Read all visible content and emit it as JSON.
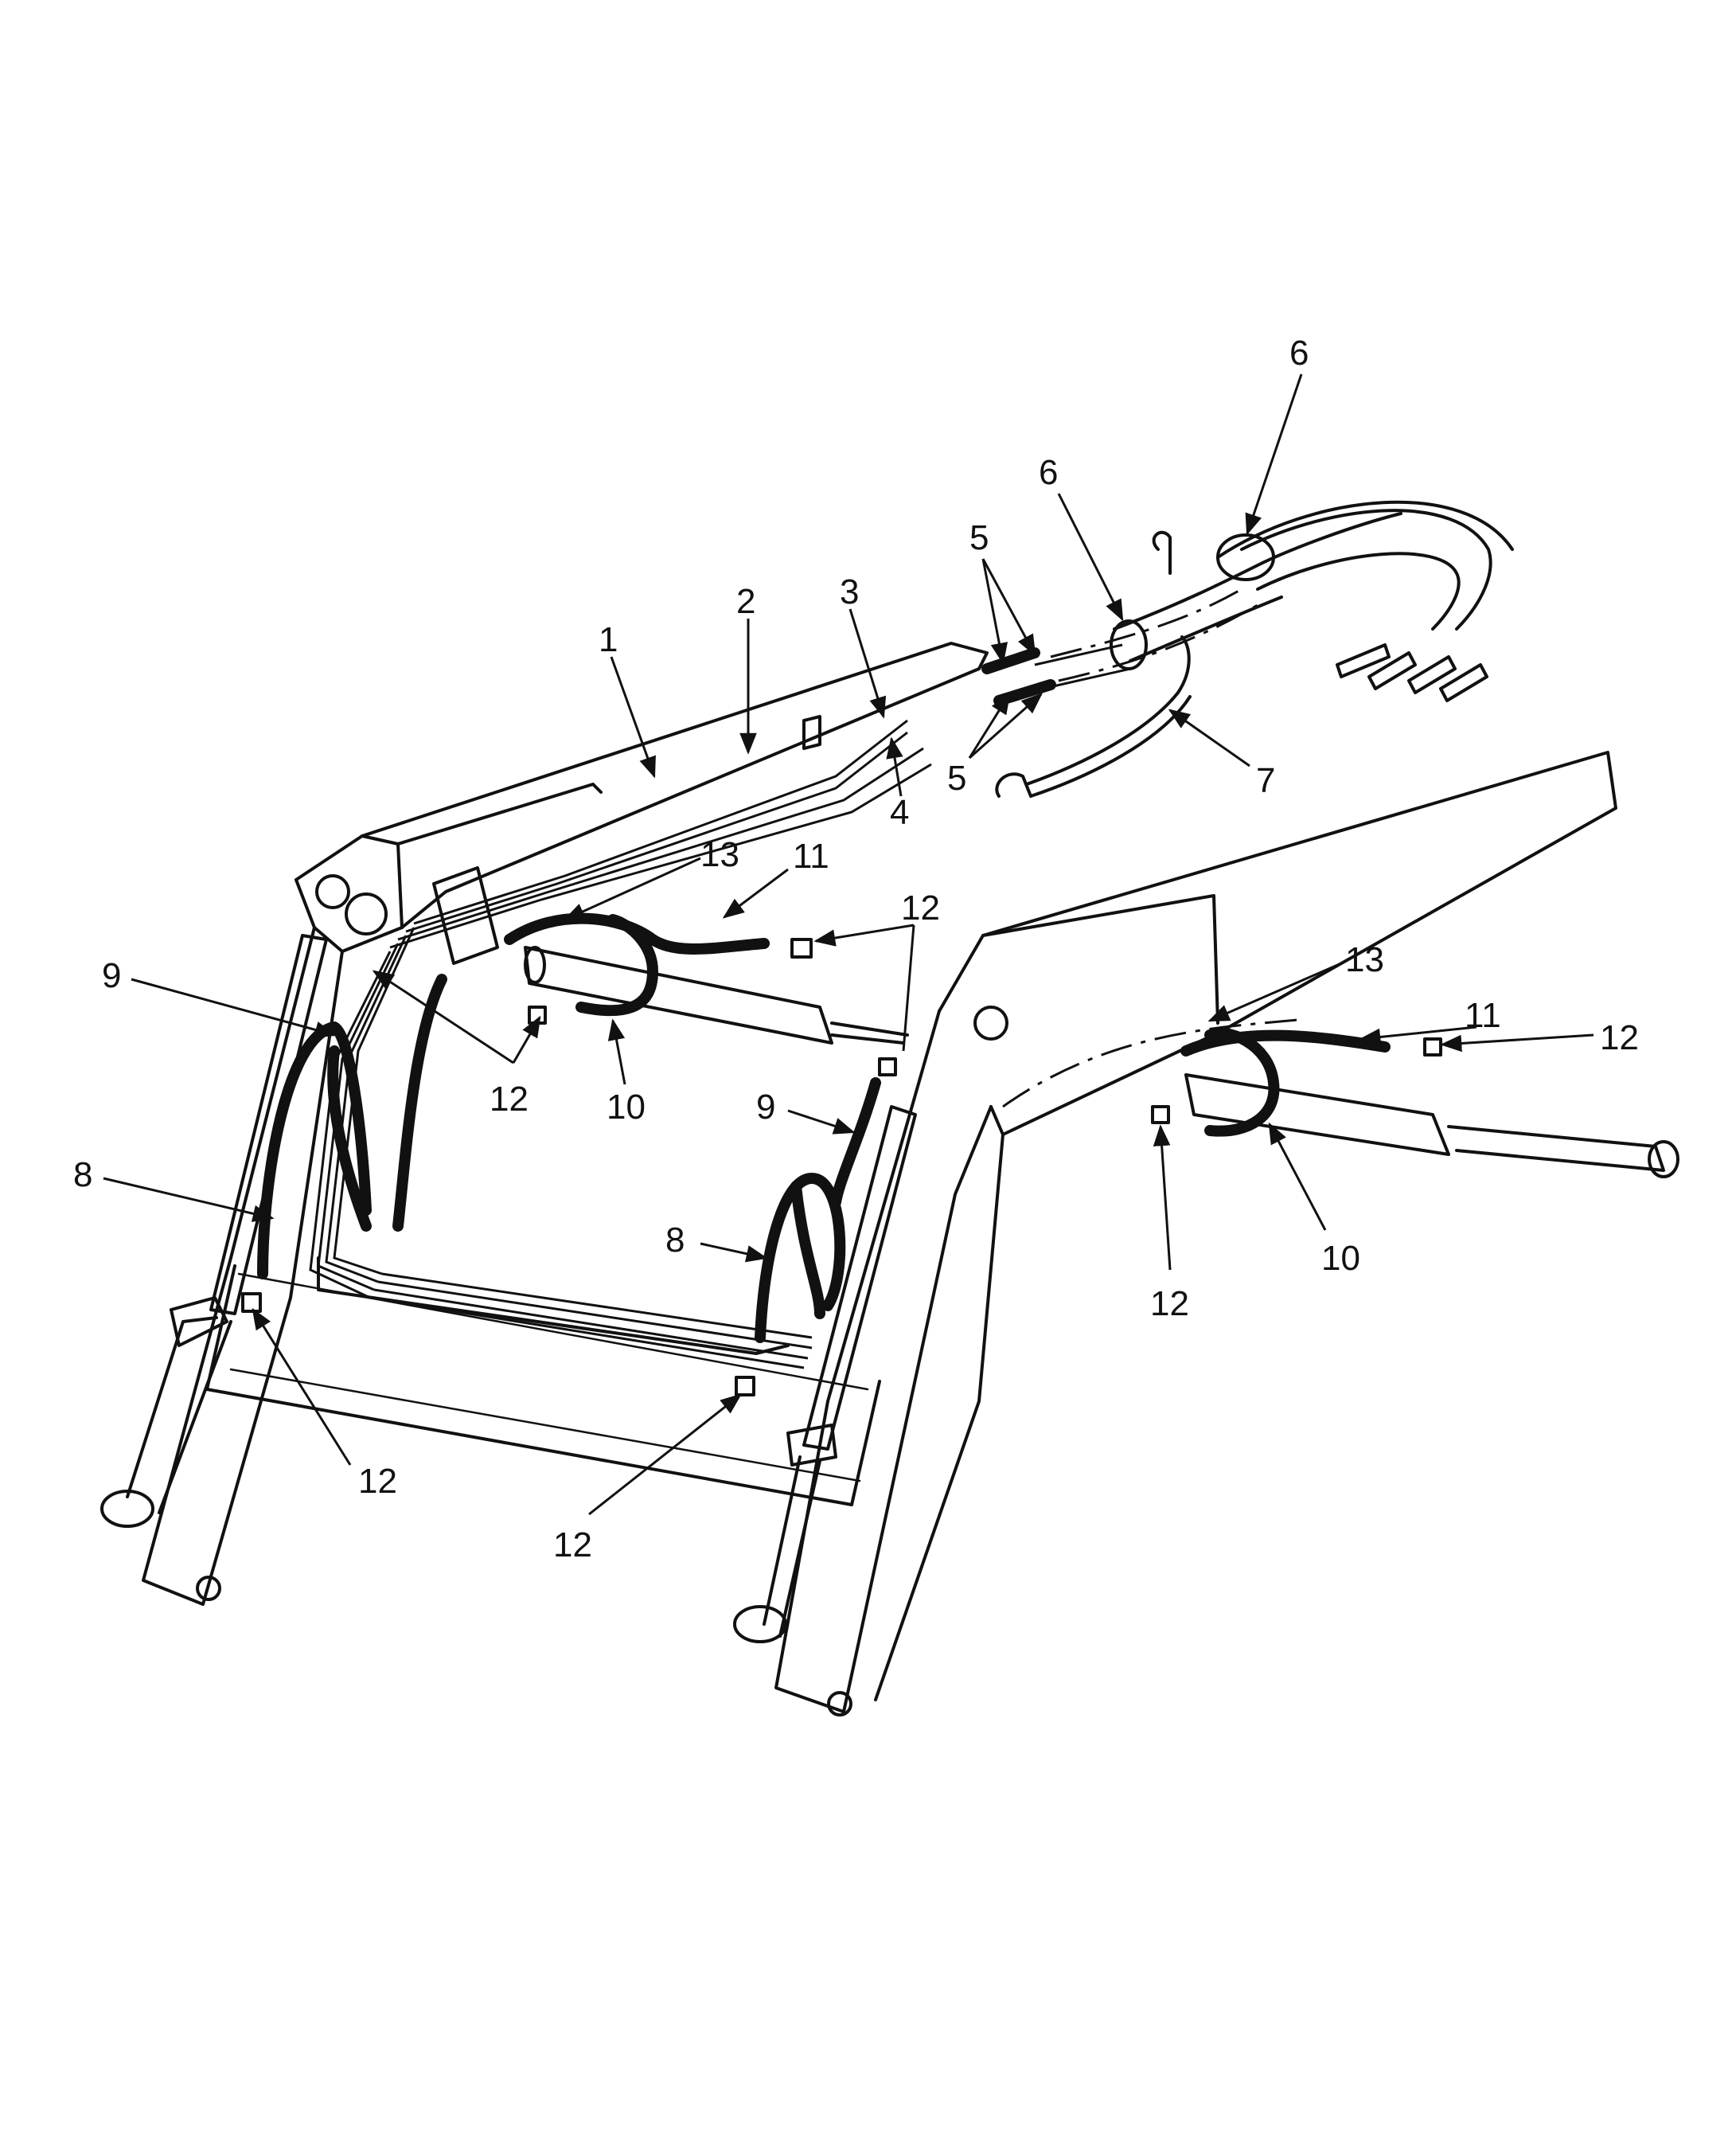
{
  "callouts": [
    {
      "key": "c1",
      "label": "1"
    },
    {
      "key": "c2",
      "label": "2"
    },
    {
      "key": "c3",
      "label": "3"
    },
    {
      "key": "c4",
      "label": "4"
    },
    {
      "key": "c5a",
      "label": "5"
    },
    {
      "key": "c5b",
      "label": "5"
    },
    {
      "key": "c6a",
      "label": "6"
    },
    {
      "key": "c6b",
      "label": "6"
    },
    {
      "key": "c7",
      "label": "7"
    },
    {
      "key": "c8a",
      "label": "8"
    },
    {
      "key": "c8b",
      "label": "8"
    },
    {
      "key": "c9a",
      "label": "9"
    },
    {
      "key": "c9b",
      "label": "9"
    },
    {
      "key": "c10a",
      "label": "10"
    },
    {
      "key": "c10b",
      "label": "10"
    },
    {
      "key": "c11a",
      "label": "11"
    },
    {
      "key": "c11b",
      "label": "11"
    },
    {
      "key": "c12a",
      "label": "12"
    },
    {
      "key": "c12b",
      "label": "12"
    },
    {
      "key": "c12c",
      "label": "12"
    },
    {
      "key": "c12d",
      "label": "12"
    },
    {
      "key": "c12e",
      "label": "12"
    },
    {
      "key": "c12f",
      "label": "12"
    },
    {
      "key": "c13a",
      "label": "13"
    },
    {
      "key": "c13b",
      "label": "13"
    }
  ]
}
